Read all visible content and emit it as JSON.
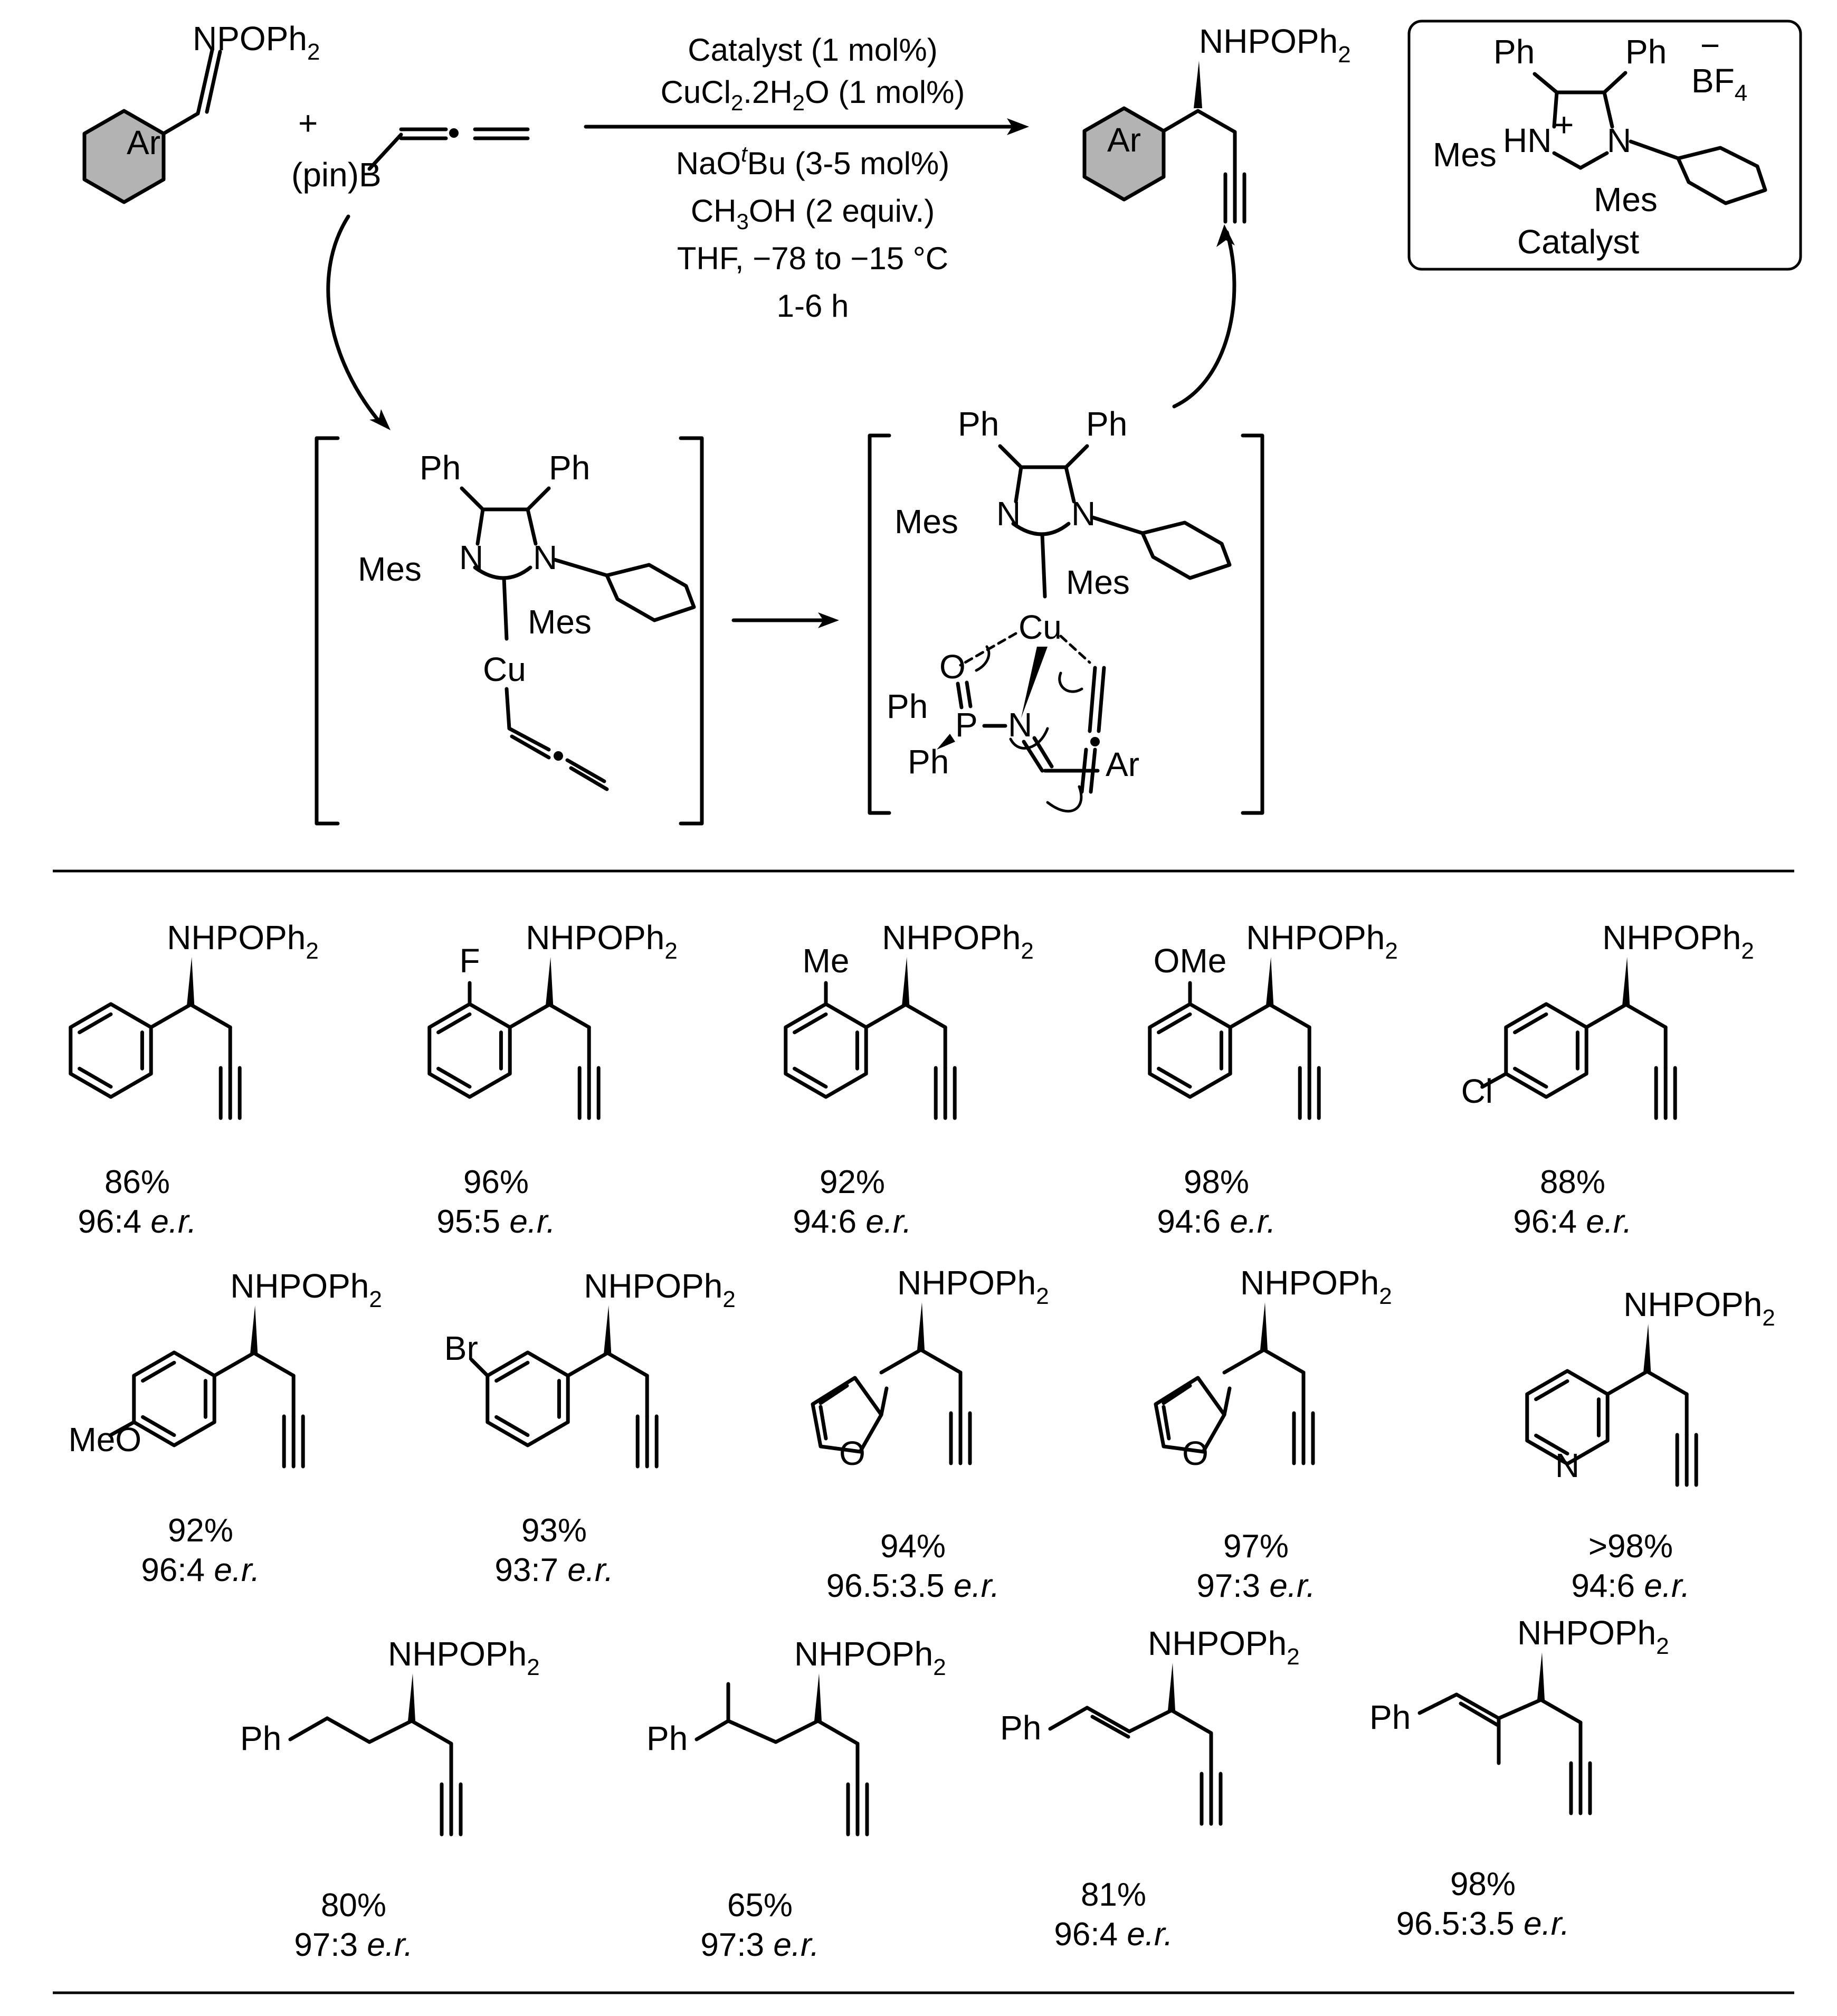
{
  "imine": {
    "sub": "NPOPh",
    "sub2": "2",
    "ring": "Ar"
  },
  "plus": "+",
  "allenyl": {
    "boron": "(pin)B"
  },
  "conditions": {
    "l1": "Catalyst (1 mol%)",
    "l2a": "CuCl",
    "l2b": "2",
    "l2c": ".2H",
    "l2d": "2",
    "l2e": "O (1 mol%)",
    "l3a": "NaO",
    "l3b": "t",
    "l3c": "Bu (3-5 mol%)",
    "l4a": "CH",
    "l4b": "3",
    "l4c": "OH (2 equiv.)",
    "l5": "THF, −78 to −15 °C",
    "l6": "1-6 h"
  },
  "product": {
    "sub": "NHPOPh",
    "sub2": "2",
    "ring": "Ar"
  },
  "catalyst": {
    "ph1": "Ph",
    "ph2": "Ph",
    "anion": "BF",
    "anion_sub": "4",
    "anion_charge": "−",
    "mes": "Mes",
    "hn": "HN",
    "plus": "+",
    "n": "N",
    "mes2": "Mes",
    "caption": "Catalyst"
  },
  "int1": {
    "ph1": "Ph",
    "ph2": "Ph",
    "mes": "Mes",
    "n1": "N",
    "n2": "N",
    "mes2": "Mes",
    "cu": "Cu"
  },
  "int2": {
    "ph1": "Ph",
    "ph2": "Ph",
    "mes": "Mes",
    "n1": "N",
    "n2": "N",
    "mes2": "Mes",
    "cu": "Cu",
    "o": "O",
    "p": "P",
    "ph3": "Ph",
    "ph4": "Ph",
    "n3": "N",
    "ar": "Ar"
  },
  "products": [
    {
      "label": "NHPOPh",
      "sub": "2",
      "yield": "86%",
      "er": "96:4",
      "er_unit": "e.r."
    },
    {
      "label": "NHPOPh",
      "sub": "2",
      "substituent": "F",
      "yield": "96%",
      "er": "95:5",
      "er_unit": "e.r."
    },
    {
      "label": "NHPOPh",
      "sub": "2",
      "substituent": "Me",
      "yield": "92%",
      "er": "94:6",
      "er_unit": "e.r."
    },
    {
      "label": "NHPOPh",
      "sub": "2",
      "substituent": "OMe",
      "yield": "98%",
      "er": "94:6",
      "er_unit": "e.r."
    },
    {
      "label": "NHPOPh",
      "sub": "2",
      "substituent": "Cl",
      "yield": "88%",
      "er": "96:4",
      "er_unit": "e.r."
    },
    {
      "label": "NHPOPh",
      "sub": "2",
      "substituent": "MeO",
      "yield": "92%",
      "er": "96:4",
      "er_unit": "e.r."
    },
    {
      "label": "NHPOPh",
      "sub": "2",
      "substituent": "Br",
      "yield": "93%",
      "er": "93:7",
      "er_unit": "e.r."
    },
    {
      "label": "NHPOPh",
      "sub": "2",
      "hetero": "O",
      "yield": "94%",
      "er": "96.5:3.5",
      "er_unit": "e.r."
    },
    {
      "label": "NHPOPh",
      "sub": "2",
      "hetero": "O",
      "yield": "97%",
      "er": "97:3",
      "er_unit": "e.r."
    },
    {
      "label": "NHPOPh",
      "sub": "2",
      "hetero": "N",
      "yield": ">98%",
      "er": "94:6",
      "er_unit": "e.r."
    },
    {
      "label": "NHPOPh",
      "sub": "2",
      "substituent": "Ph",
      "yield": "80%",
      "er": "97:3",
      "er_unit": "e.r."
    },
    {
      "label": "NHPOPh",
      "sub": "2",
      "substituent": "Ph",
      "yield": "65%",
      "er": "97:3",
      "er_unit": "e.r."
    },
    {
      "label": "NHPOPh",
      "sub": "2",
      "substituent": "Ph",
      "yield": "81%",
      "er": "96:4",
      "er_unit": "e.r."
    },
    {
      "label": "NHPOPh",
      "sub": "2",
      "substituent": "Ph",
      "yield": "98%",
      "er": "96.5:3.5",
      "er_unit": "e.r."
    }
  ]
}
